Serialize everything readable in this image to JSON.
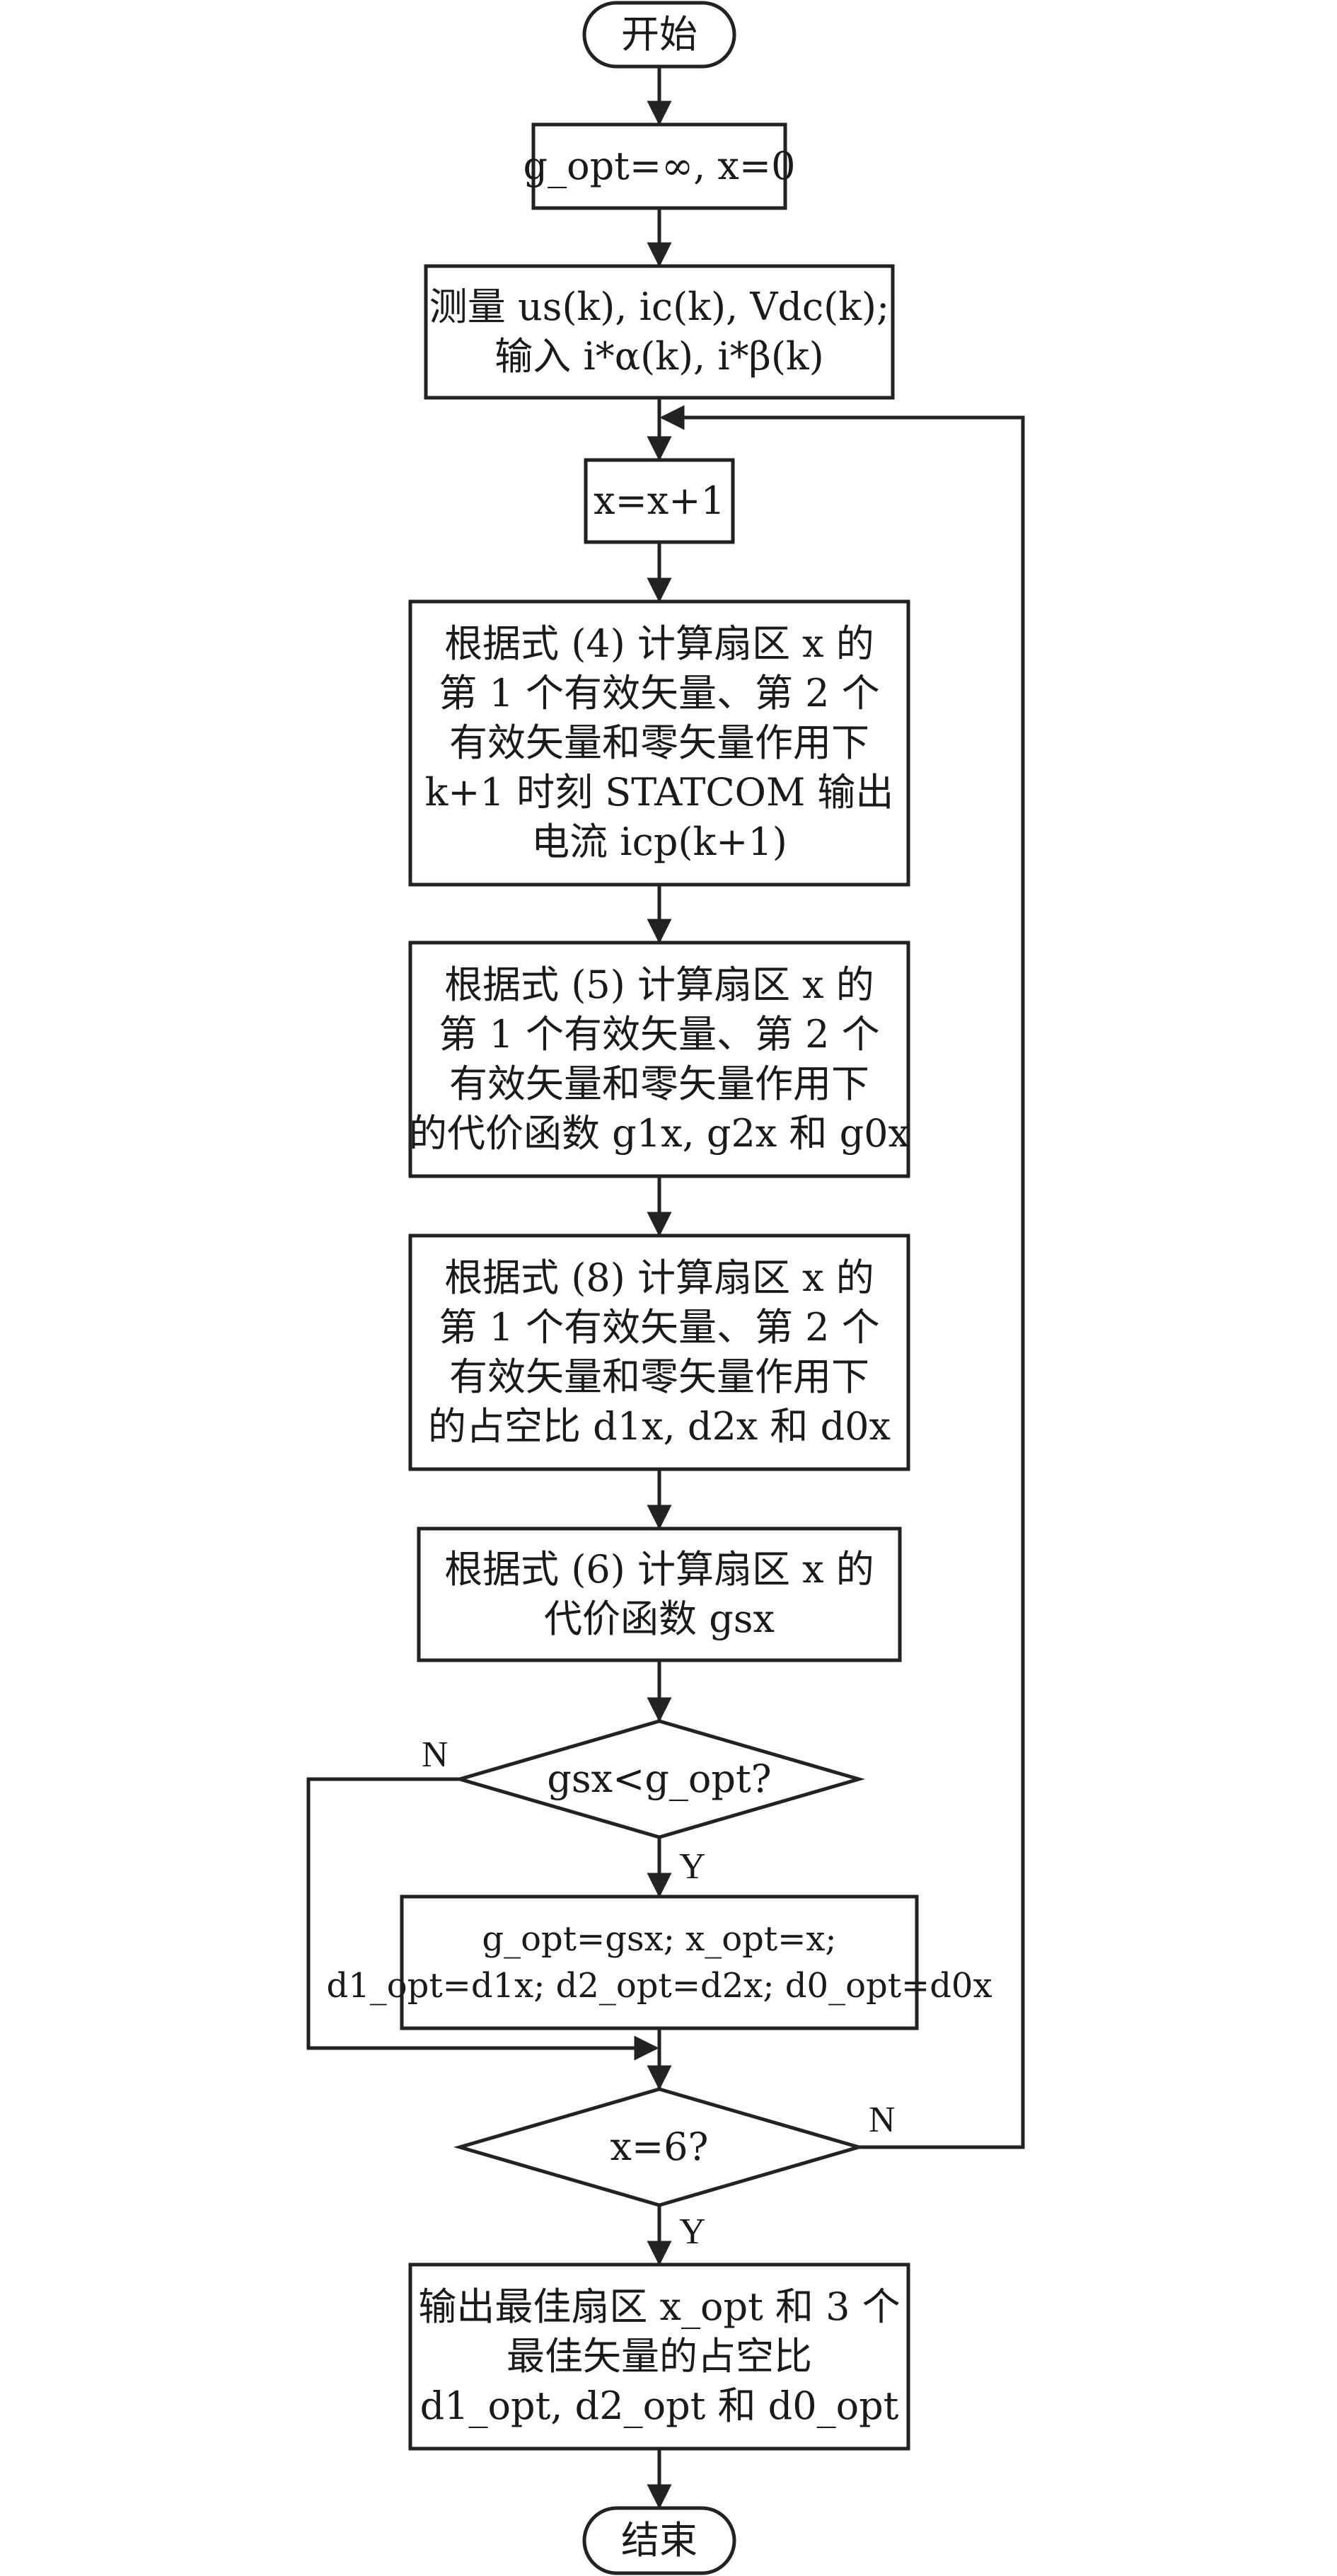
{
  "colors": {
    "stroke": "#222222",
    "background": "#ffffff",
    "text": "#1a1a1a"
  },
  "nodes": {
    "start": {
      "lines": [
        "开始"
      ]
    },
    "init": {
      "lines": [
        "g_opt=∞, x=0"
      ]
    },
    "measure": {
      "lines": [
        "测量 us(k), ic(k), Vdc(k);",
        "输入 i*α(k), i*β(k)"
      ]
    },
    "increment": {
      "lines": [
        "x=x+1"
      ]
    },
    "step4": {
      "lines": [
        "根据式 (4) 计算扇区 x 的",
        "第 1 个有效矢量、第 2 个",
        "有效矢量和零矢量作用下",
        "k+1 时刻 STATCOM 输出",
        "电流 icp(k+1)"
      ]
    },
    "step5": {
      "lines": [
        "根据式 (5) 计算扇区 x 的",
        "第 1 个有效矢量、第 2 个",
        "有效矢量和零矢量作用下",
        "的代价函数 g1x, g2x 和 g0x"
      ]
    },
    "step8": {
      "lines": [
        "根据式 (8) 计算扇区 x 的",
        "第 1 个有效矢量、第 2 个",
        "有效矢量和零矢量作用下",
        "的占空比 d1x, d2x 和 d0x"
      ]
    },
    "step6": {
      "lines": [
        "根据式 (6) 计算扇区 x 的",
        "代价函数 gsx"
      ]
    },
    "decision1": {
      "lines": [
        "gsx<g_opt?"
      ]
    },
    "update": {
      "lines": [
        "g_opt=gsx; x_opt=x;",
        "d1_opt=d1x; d2_opt=d2x; d0_opt=d0x"
      ]
    },
    "decision2": {
      "lines": [
        "x=6?"
      ]
    },
    "output": {
      "lines": [
        "输出最佳扇区 x_opt 和 3 个",
        "最佳矢量的占空比",
        "d1_opt, d2_opt 和 d0_opt"
      ]
    },
    "end": {
      "lines": [
        "结束"
      ]
    }
  },
  "branches": {
    "decision1_no": "N",
    "decision1_yes": "Y",
    "decision2_no": "N",
    "decision2_yes": "Y"
  }
}
